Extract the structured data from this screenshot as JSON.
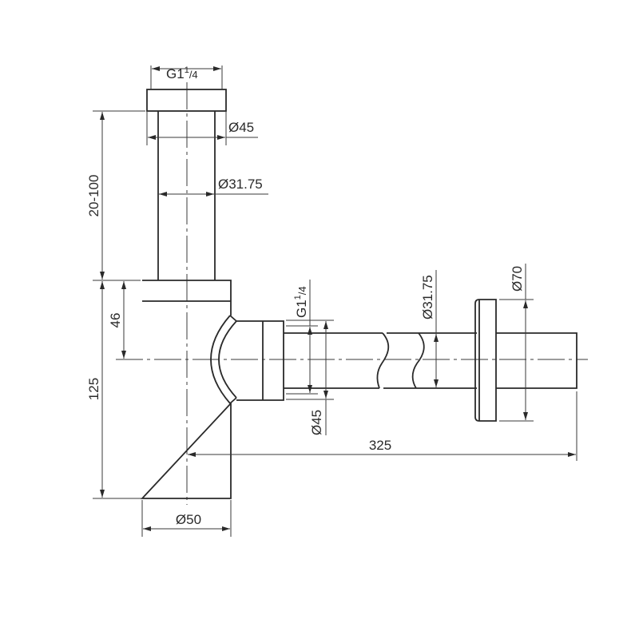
{
  "drawing": {
    "top_thread": {
      "base": "G1",
      "num": "1",
      "den": "/4"
    },
    "top_diameter": "Ø45",
    "top_pipe_diameter": "Ø31.75",
    "height_adjust": "20-100",
    "body_height": "125",
    "outlet_height": "46",
    "outlet_thread": {
      "base": "G1",
      "num": "1",
      "den": "/4"
    },
    "outlet_nut_diameter": "Ø45",
    "outlet_pipe_diameter": "Ø31.75",
    "flange_diameter": "Ø70",
    "outlet_length": "325",
    "body_diameter": "Ø50"
  }
}
